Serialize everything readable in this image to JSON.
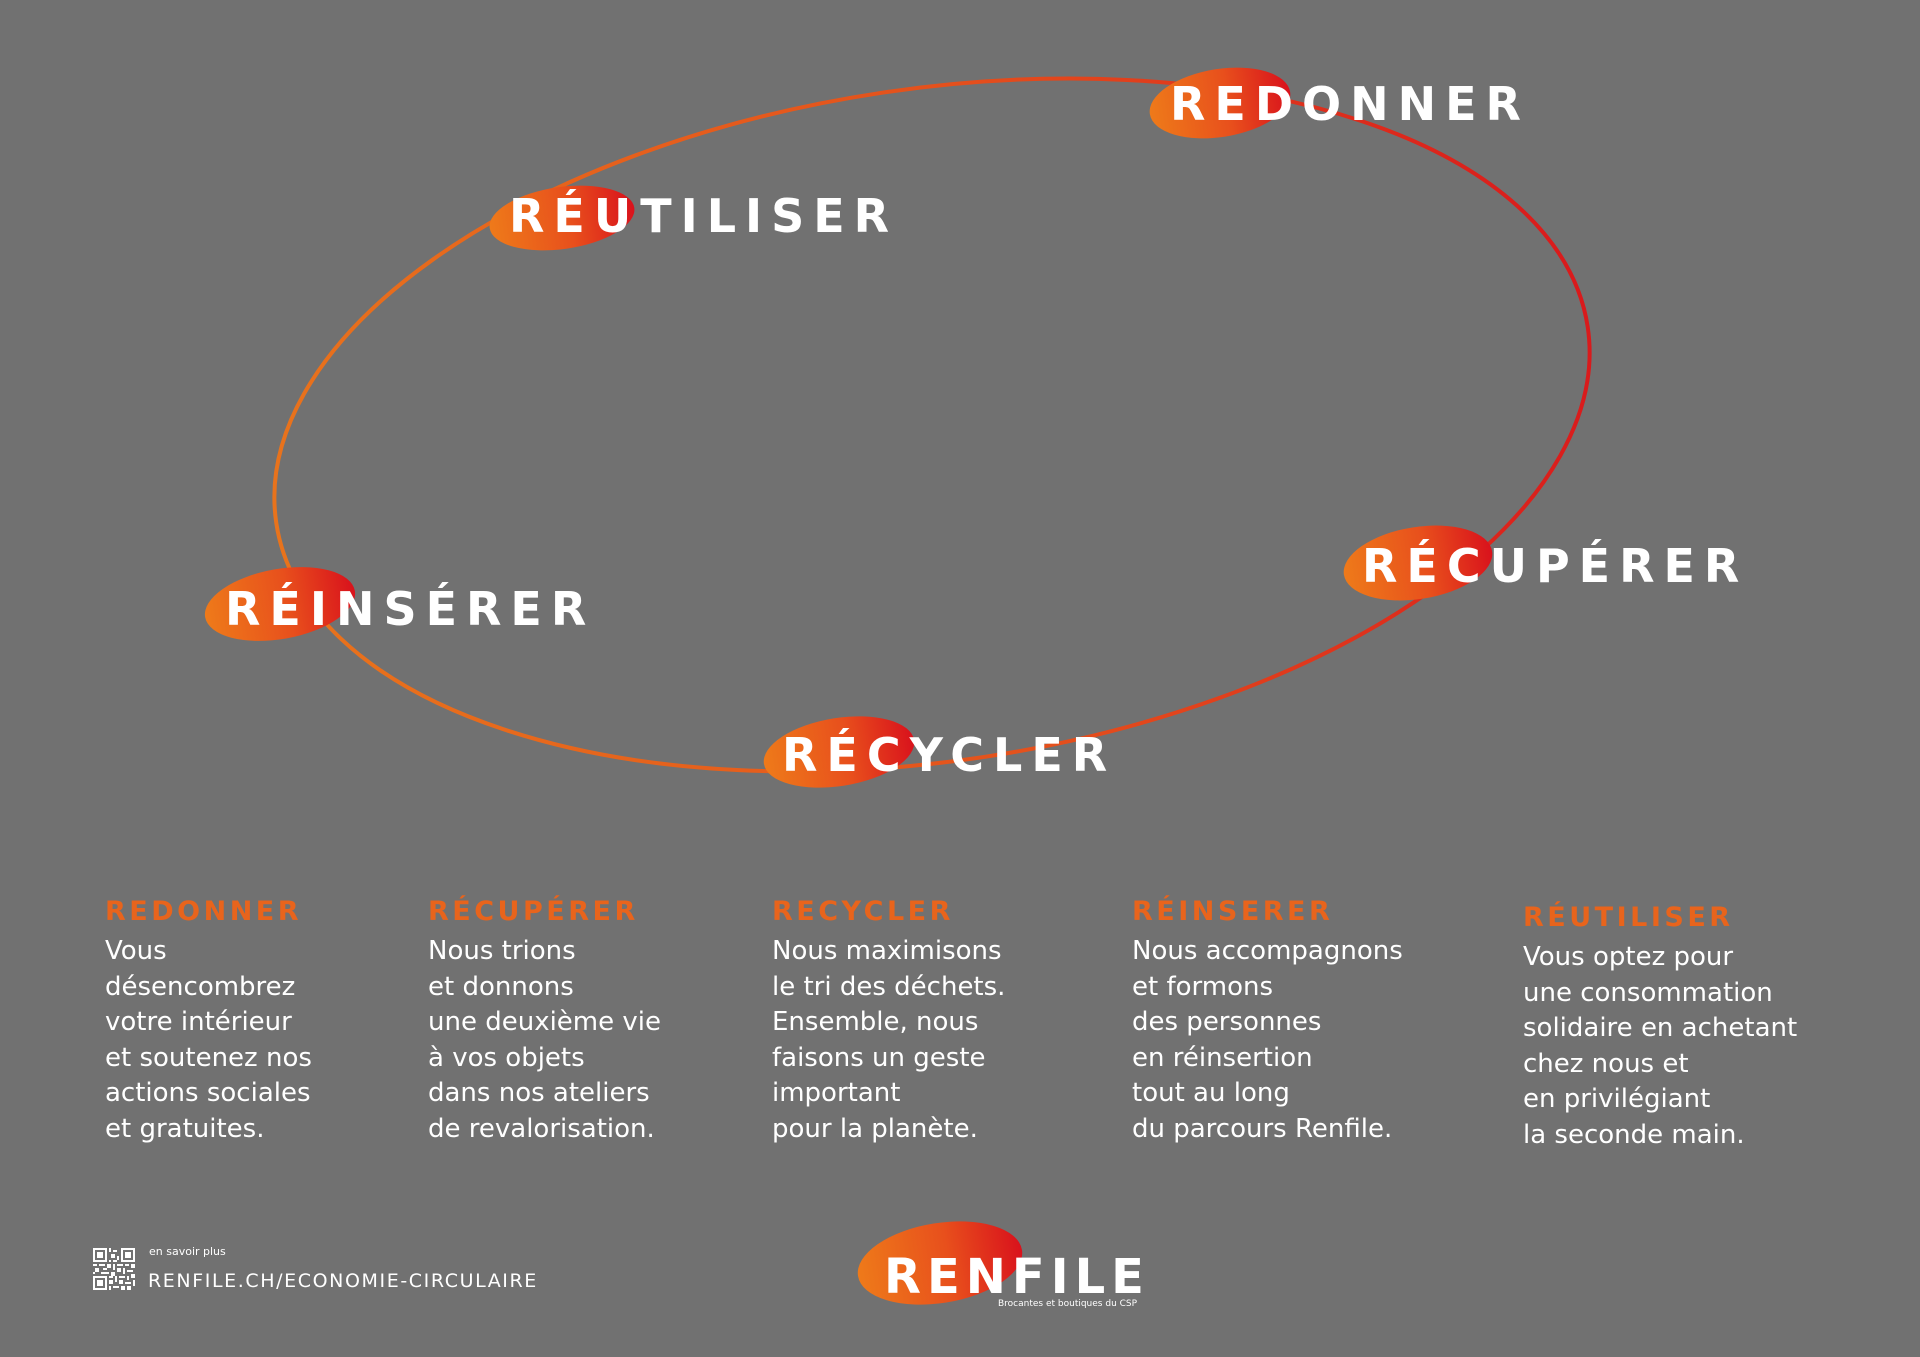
{
  "colors": {
    "background": "#717171",
    "accent_orange": "#e8641c",
    "accent_red": "#d9201c",
    "text": "#ffffff"
  },
  "cycle": {
    "nodes": [
      {
        "id": "redonner",
        "label": "REDONNER"
      },
      {
        "id": "reutiliser",
        "label": "RÉUTILISER"
      },
      {
        "id": "reinserer",
        "label": "RÉINSÉRER"
      },
      {
        "id": "recycler",
        "label": "RÉCYCLER"
      },
      {
        "id": "recuperer",
        "label": "RÉCUPÉRER"
      }
    ]
  },
  "columns": [
    {
      "title": "REDONNER",
      "lines": [
        "Vous",
        "désencombrez",
        "votre intérieur",
        "et soutenez nos",
        "actions sociales",
        "et gratuites."
      ]
    },
    {
      "title": "RÉCUPÉRER",
      "lines": [
        "Nous trions",
        "et donnons",
        "une deuxième vie",
        "à vos objets",
        "dans nos ateliers",
        "de revalorisation."
      ]
    },
    {
      "title": "RECYCLER",
      "lines": [
        "Nous maximisons",
        "le tri des déchets.",
        "Ensemble, nous",
        "faisons un geste",
        "important",
        "pour la planète."
      ]
    },
    {
      "title": "RÉINSERER",
      "lines": [
        "Nous accompagnons",
        "et formons",
        "des personnes",
        "en réinsertion",
        "tout au long",
        "du parcours Renfile."
      ]
    },
    {
      "title": "RÉUTILISER",
      "lines": [
        "Vous optez pour",
        "une consommation",
        "solidaire en achetant",
        "chez nous et",
        "en privilégiant",
        "la seconde main."
      ]
    }
  ],
  "footer": {
    "small_label": "en savoir plus",
    "link": "RENFILE.CH/ECONOMIE-CIRCULAIRE",
    "qr_icon": "qr-code-icon"
  },
  "logo": {
    "text": "RENFILE",
    "tagline": "Brocantes et boutiques du CSP"
  }
}
